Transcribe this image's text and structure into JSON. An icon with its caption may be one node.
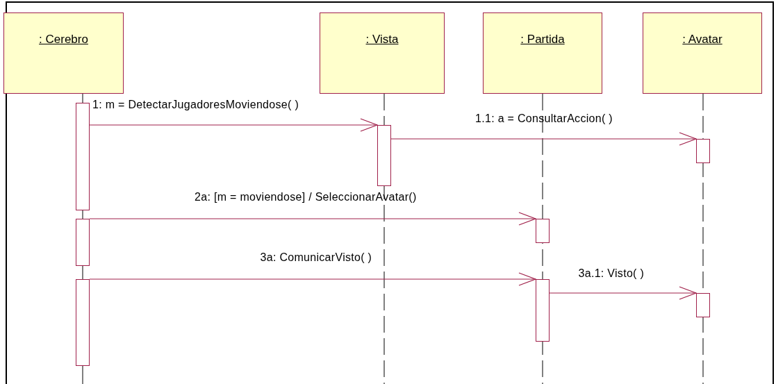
{
  "diagram": {
    "nodes": [
      {
        "text": [
          ": Cerebro"
        ]
      },
      {
        "text": [
          ": Vista"
        ]
      },
      {
        "text": [
          ": Partida"
        ]
      },
      {
        "text": [
          ": Avatar"
        ]
      },
      {
        "text": [],
        "shape": "bar"
      },
      {
        "text": [],
        "shape": "bar"
      },
      {
        "text": [],
        "shape": "bar"
      },
      {
        "text": [],
        "shape": "bar"
      },
      {
        "text": [],
        "shape": "bar"
      },
      {
        "text": [],
        "shape": "bar"
      },
      {
        "text": [],
        "shape": "bar"
      },
      {
        "text": [],
        "shape": "bar"
      }
    ],
    "edges": [
      {
        "from": 4,
        "to": 5,
        "arrow": "to",
        "label": "1: m = DetectarJugadoresMoviendose( )"
      },
      {
        "from": 5,
        "to": 6,
        "arrow": "to",
        "label": "1.1: a = ConsultarAccion( )"
      },
      {
        "from": 7,
        "to": 8,
        "arrow": "to",
        "label": "2a: [m = moviendose] / SeleccionarAvatar()"
      },
      {
        "from": 9,
        "to": 10,
        "arrow": "to",
        "label": "3a: ComunicarVisto( )"
      },
      {
        "from": 10,
        "to": 11,
        "arrow": "to",
        "label": "3a.1: Visto( )"
      }
    ]
  }
}
